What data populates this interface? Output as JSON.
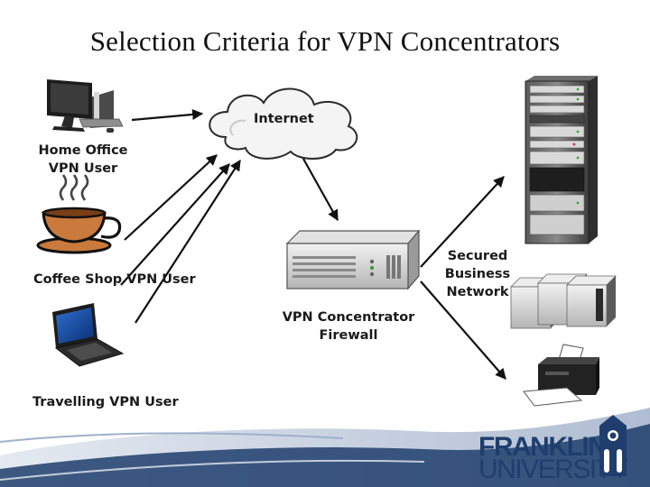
{
  "slide": {
    "title": "Selection Criteria for VPN Concentrators"
  },
  "labels": {
    "home_office_line1": "Home Office",
    "home_office_line2": "VPN User",
    "coffee_shop": "Coffee Shop VPN User",
    "travelling": "Travelling VPN User",
    "internet": "Internet",
    "concentrator_line1": "VPN Concentrator",
    "concentrator_line2": "Firewall",
    "network_line1": "Secured",
    "network_line2": "Business",
    "network_line3": "Network"
  },
  "logo": {
    "line1": "FRANKLIN",
    "line2": "UNIVERSITY"
  },
  "colors": {
    "logo_blue": "#1f3e6d",
    "coffee_cup": "#c97a3c",
    "arrow": "#111111"
  },
  "icons": [
    "desktop-computer-icon",
    "coffee-cup-icon",
    "laptop-icon",
    "cloud-icon",
    "vpn-appliance-icon",
    "server-rack-icon",
    "server-towers-icon",
    "printer-icon"
  ]
}
